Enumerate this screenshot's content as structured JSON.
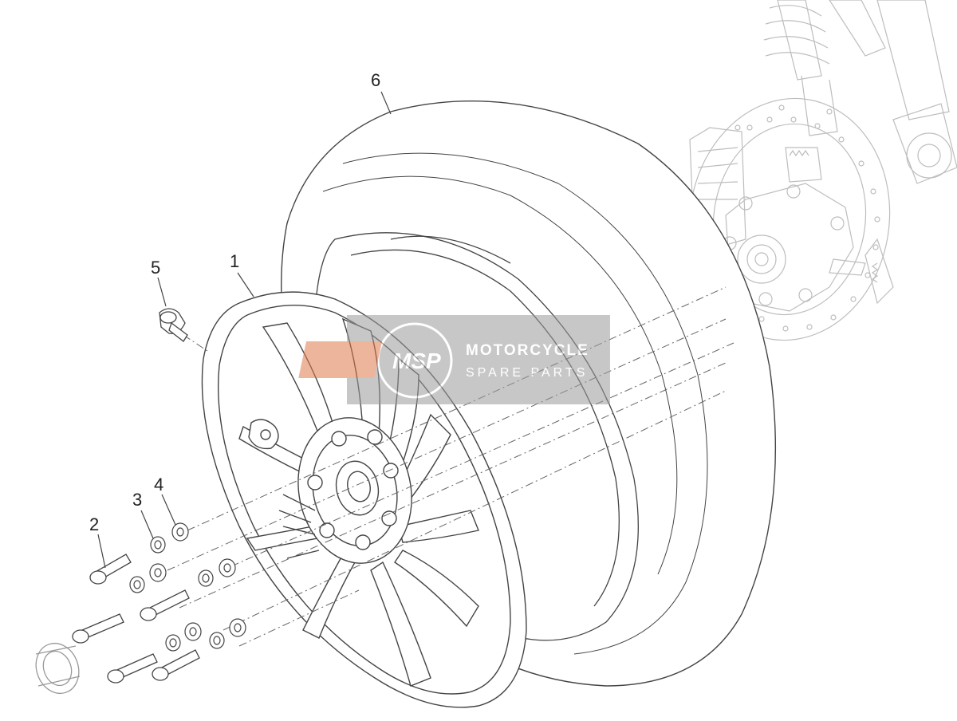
{
  "callouts": [
    {
      "id": "part-1",
      "label": "1"
    },
    {
      "id": "part-2",
      "label": "2"
    },
    {
      "id": "part-3",
      "label": "3"
    },
    {
      "id": "part-4",
      "label": "4"
    },
    {
      "id": "part-5",
      "label": "5"
    },
    {
      "id": "part-6",
      "label": "6"
    }
  ],
  "watermark": {
    "logo_text": "MSP",
    "title": "MOTORCYCLE",
    "subtitle": "SPARE PARTS"
  },
  "colors": {
    "line": "#444444",
    "faint_line": "#bbbbbb",
    "watermark_bg": "#9a9a9a",
    "watermark_accent": "#e07a4a"
  }
}
